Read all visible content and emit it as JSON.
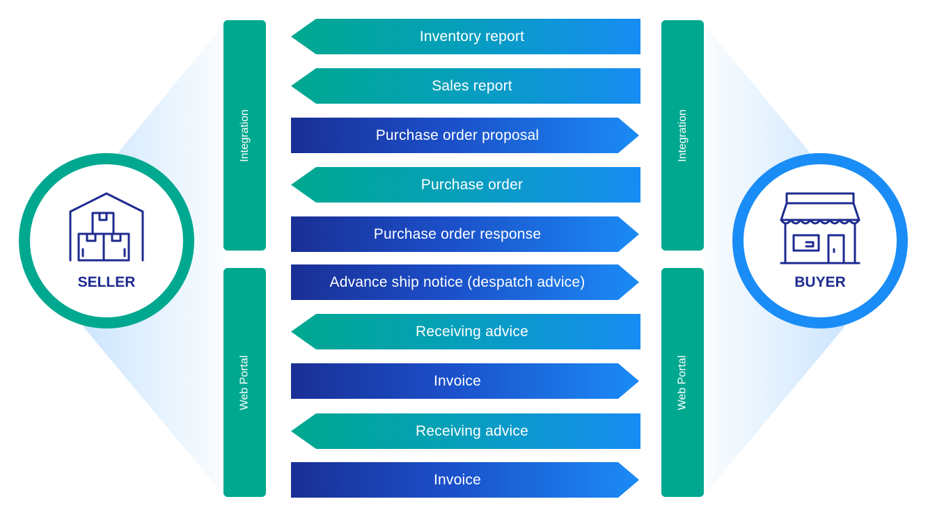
{
  "seller": {
    "label": "SELLER",
    "icon": "warehouse-icon"
  },
  "buyer": {
    "label": "BUYER",
    "icon": "storefront-icon"
  },
  "channels": {
    "left_integration": "Integration",
    "left_portal": "Web Portal",
    "right_integration": "Integration",
    "right_portal": "Web Portal"
  },
  "messages": [
    {
      "label": "Inventory report",
      "direction": "to-seller"
    },
    {
      "label": "Sales report",
      "direction": "to-seller"
    },
    {
      "label": "Purchase order proposal",
      "direction": "to-buyer"
    },
    {
      "label": "Purchase order",
      "direction": "to-seller"
    },
    {
      "label": "Purchase order response",
      "direction": "to-buyer"
    },
    {
      "label": "Advance ship notice (despatch advice)",
      "direction": "to-buyer"
    },
    {
      "label": "Receiving advice",
      "direction": "to-seller"
    },
    {
      "label": "Invoice",
      "direction": "to-buyer"
    },
    {
      "label": "Receiving advice",
      "direction": "to-seller"
    },
    {
      "label": "Invoice",
      "direction": "to-buyer"
    }
  ],
  "colors": {
    "teal": "#00a88f",
    "blue": "#1a8cf5",
    "navy": "#1d2a8f"
  }
}
